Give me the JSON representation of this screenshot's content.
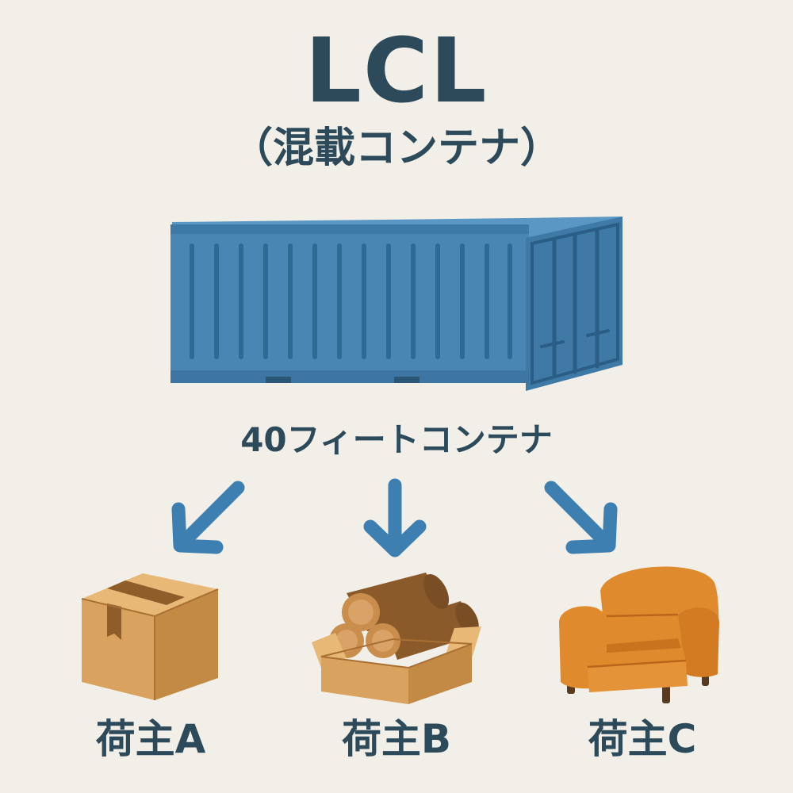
{
  "title": "LCL",
  "subtitle": "（混載コンテナ）",
  "container": {
    "label": "40フィートコンテナ",
    "icon": "shipping-container-icon",
    "color": "#4a86b4"
  },
  "shippers": [
    {
      "label": "荷主A",
      "icon": "cardboard-box-icon"
    },
    {
      "label": "荷主B",
      "icon": "box-of-logs-icon"
    },
    {
      "label": "荷主C",
      "icon": "armchair-icon"
    }
  ],
  "colors": {
    "text": "#2d4a5a",
    "arrow": "#3d7fb0",
    "background": "#f1efe8",
    "box": "#d9a25e",
    "armchair": "#e08a2e"
  }
}
